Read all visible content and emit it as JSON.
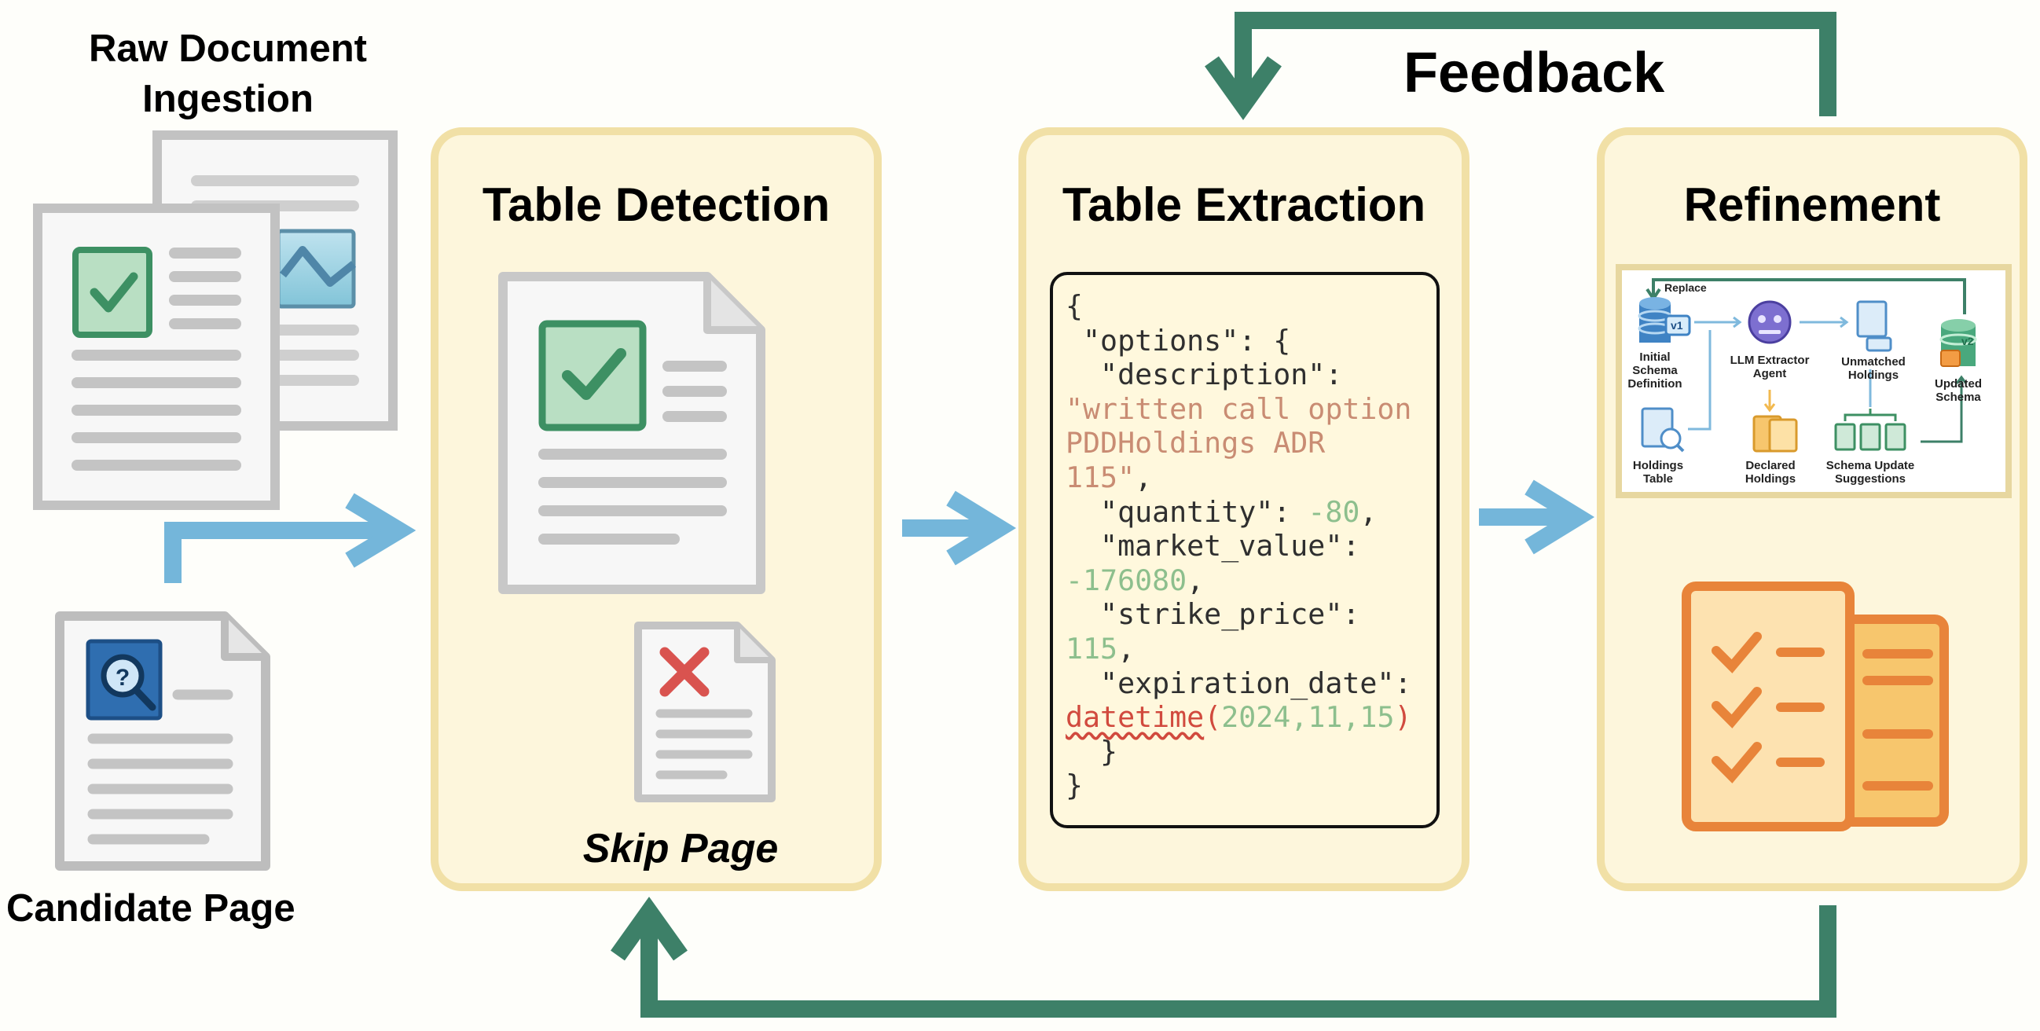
{
  "labels": {
    "raw_document_line1": "Raw Document",
    "raw_document_line2": "Ingestion",
    "candidate_page": "Candidate Page",
    "feedback": "Feedback",
    "skip_page": "Skip Page"
  },
  "panels": {
    "detection_title": "Table Detection",
    "extraction_title": "Table Extraction",
    "refinement_title": "Refinement"
  },
  "code_block": {
    "l1": "{",
    "l2": " \"options\": {",
    "l3": "  \"description\":",
    "l4": "\"written call option",
    "l5": "PDDHoldings ADR",
    "l6_str": "115\"",
    "l6_rest": ",",
    "l7_key": "  \"quantity\": ",
    "l7_val": "-80",
    "l7_end": ",",
    "l8": "  \"market_value\":",
    "l9_val": "-176080",
    "l9_end": ",",
    "l10": "  \"strike_price\":",
    "l11_val": "115",
    "l11_end": ",",
    "l12": "  \"expiration_date\":",
    "l13_fn": "datetime",
    "l13_open": "(",
    "l13_a": "2024",
    "l13_c1": ",",
    "l13_b": "11",
    "l13_c2": ",",
    "l13_c": "15",
    "l13_close": ")",
    "l14": "  }",
    "l15": "}"
  },
  "refinement_inset": {
    "replace": "Replace",
    "v1": "v1",
    "v2": "v2",
    "initial_schema": "Initial\nSchema\nDefinition",
    "llm_agent": "LLM Extractor\nAgent",
    "unmatched": "Unmatched\nHoldings",
    "updated_schema": "Updated\nSchema",
    "holdings_table": "Holdings\nTable",
    "declared_holdings": "Declared\nHoldings",
    "schema_suggestions": "Schema Update\nSuggestions"
  },
  "colors": {
    "panel_fill": "#fdf6dc",
    "panel_border": "#f1e0a6",
    "flow_arrow": "#74b6da",
    "feedback_arrow": "#3d8068",
    "check_green": "#3d9063",
    "reject_red": "#d9534f",
    "checklist_orange": "#e8843a"
  },
  "icons": {
    "document_ok": "document-check-icon",
    "document_image": "document-image-icon",
    "document_search": "document-search-icon",
    "document_reject": "document-reject-icon",
    "checklist": "checklist-icon",
    "database": "database-icon",
    "robot": "robot-icon"
  }
}
